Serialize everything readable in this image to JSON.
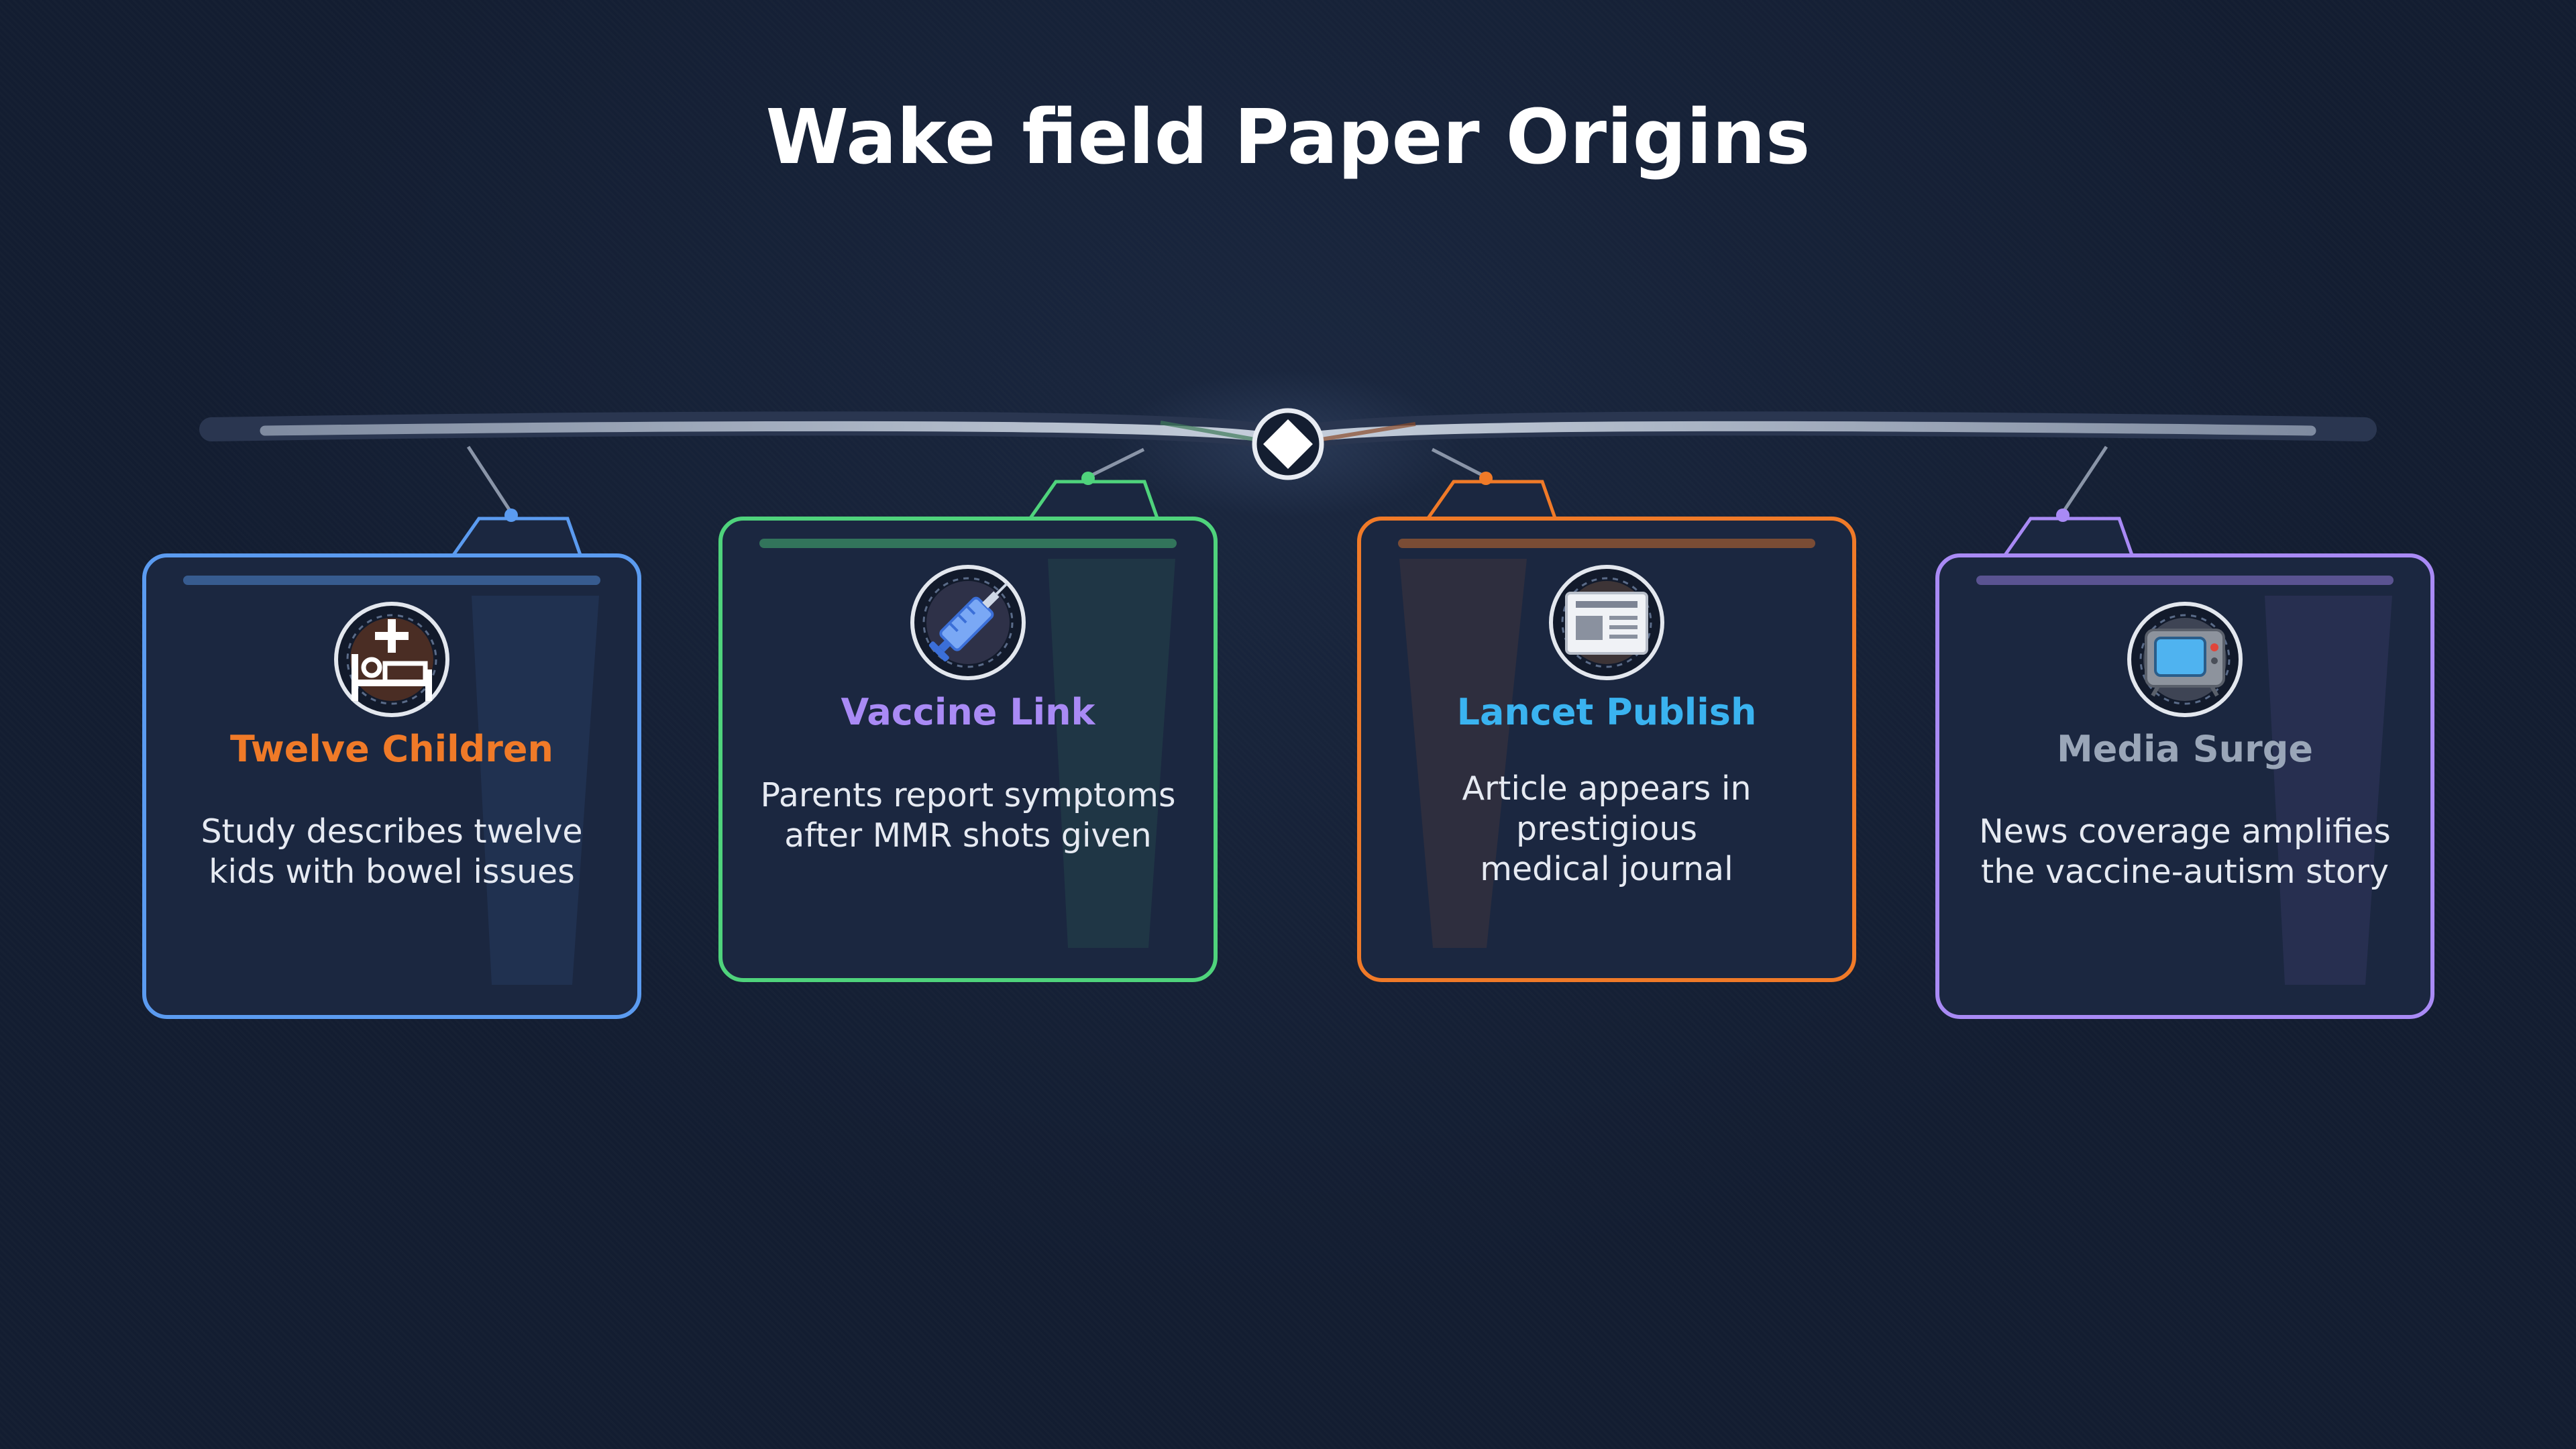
{
  "title": "Wake field Paper Origins",
  "colors": {
    "background": "#131d31",
    "card_fill": "#1b2740",
    "beam": "#a9b4c6"
  },
  "cards": [
    {
      "title": "Twelve Children",
      "description": "Study describes twelve\nkids with bowel issues",
      "icon": "hospital-bed-icon",
      "border_color": "#5b9bf0",
      "title_color": "#f07a28"
    },
    {
      "title": "Vaccine Link",
      "description": "Parents report symptoms\nafter MMR shots given",
      "icon": "syringe-icon",
      "border_color": "#4fd37c",
      "title_color": "#a98af5"
    },
    {
      "title": "Lancet Publish",
      "description": "Article appears in\nprestigious\nmedical journal",
      "icon": "newspaper-icon",
      "border_color": "#f07a28",
      "title_color": "#3ab3f0"
    },
    {
      "title": "Media Surge",
      "description": "News coverage amplifies\nthe vaccine-autism story",
      "icon": "television-icon",
      "border_color": "#a98af5",
      "title_color": "#9aa6b8"
    }
  ]
}
